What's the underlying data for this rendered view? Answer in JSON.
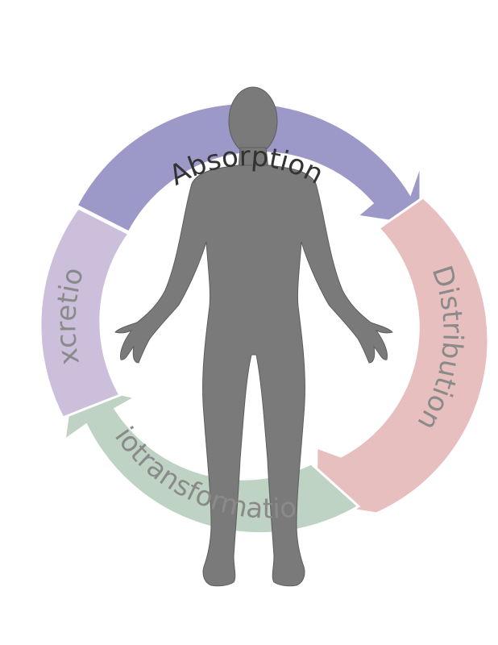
{
  "diagram": {
    "stages": [
      {
        "key": "absorption",
        "label": "Absorption",
        "color": "#9c99c9",
        "text_color": "#333333"
      },
      {
        "key": "distribution",
        "label": "Distribution",
        "color": "#e8bfbf",
        "text_color": "#8a8a8a"
      },
      {
        "key": "biotransformation",
        "label": "Biotransformation",
        "color": "#bfd3c4",
        "text_color": "#8a8a8a"
      },
      {
        "key": "excretion",
        "label": "Excretion",
        "color": "#cbbfdc",
        "text_color": "#8a8a8a"
      }
    ],
    "figure_color": "#7a7a7a",
    "figure_outline": "#5e5e5e"
  }
}
